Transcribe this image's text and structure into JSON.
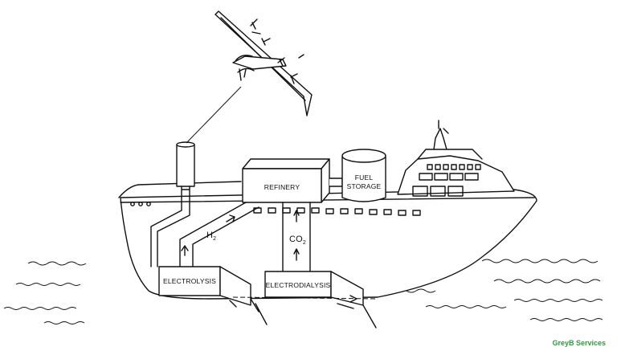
{
  "labels": {
    "refinery": "REFINERY",
    "fuel_storage_line1": "FUEL",
    "fuel_storage_line2": "STORAGE",
    "h2_main": "H",
    "h2_sub": "2",
    "co2_main": "CO",
    "co2_sub": "2",
    "electrolysis": "ELECTROLYSIS",
    "electrodialysis": "ELECTRODIALYSIS"
  },
  "watermark": {
    "text": "GreyB Services",
    "color": "#2e9e3a"
  },
  "icons": [
    "kite-drone-icon",
    "ship-icon",
    "tether-line",
    "water-waves"
  ]
}
